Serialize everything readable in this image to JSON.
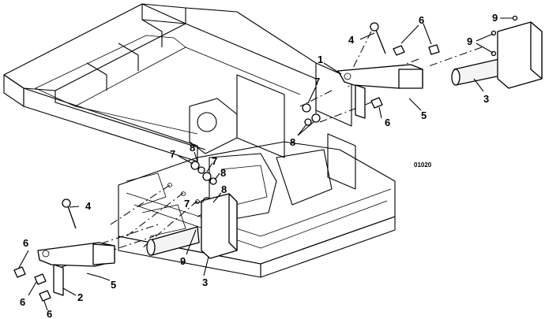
{
  "figure_code": "01020",
  "callouts": {
    "top_1": "1",
    "top_4": "4",
    "top_6a": "6",
    "top_9a": "9",
    "top_9b": "9",
    "top_7": "7",
    "top_3": "3",
    "top_5": "5",
    "top_6b": "6",
    "top_8": "8",
    "mid_7a": "7",
    "mid_8a": "8",
    "mid_7b": "7",
    "mid_8b": "8",
    "mid_7c": "7",
    "mid_8c": "8",
    "bot_4": "4",
    "bot_6a": "6",
    "bot_6b": "6",
    "bot_6c": "6",
    "bot_2": "2",
    "bot_5": "5",
    "bot_9": "9",
    "bot_3": "3"
  }
}
